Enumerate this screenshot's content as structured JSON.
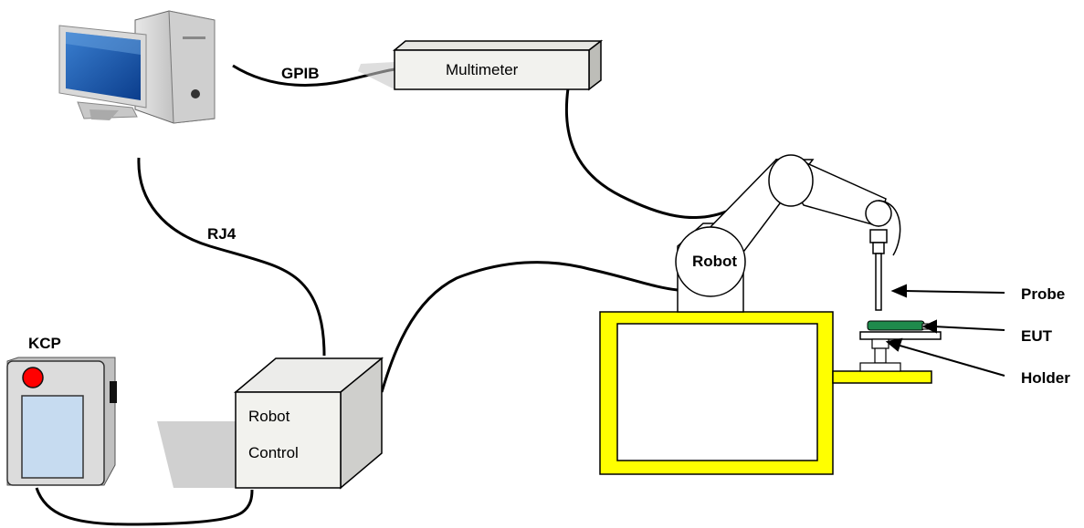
{
  "labels": {
    "gpib": "GPIB",
    "multimeter": "Multimeter",
    "rj4": "RJ4",
    "kcp": "KCP",
    "robot_control_line1": "Robot",
    "robot_control_line2": "Control",
    "robot": "Robot",
    "probe": "Probe",
    "eut": "EUT",
    "holder": "Holder"
  },
  "colors": {
    "table_frame": "#ffff00",
    "kcp_button": "#ff0000",
    "kcp_screen": "#c6dbf0",
    "eut_board": "#1f8a4c",
    "box_fill": "#f2f2ee"
  },
  "icons": {
    "computer": "desktop-computer-icon"
  }
}
